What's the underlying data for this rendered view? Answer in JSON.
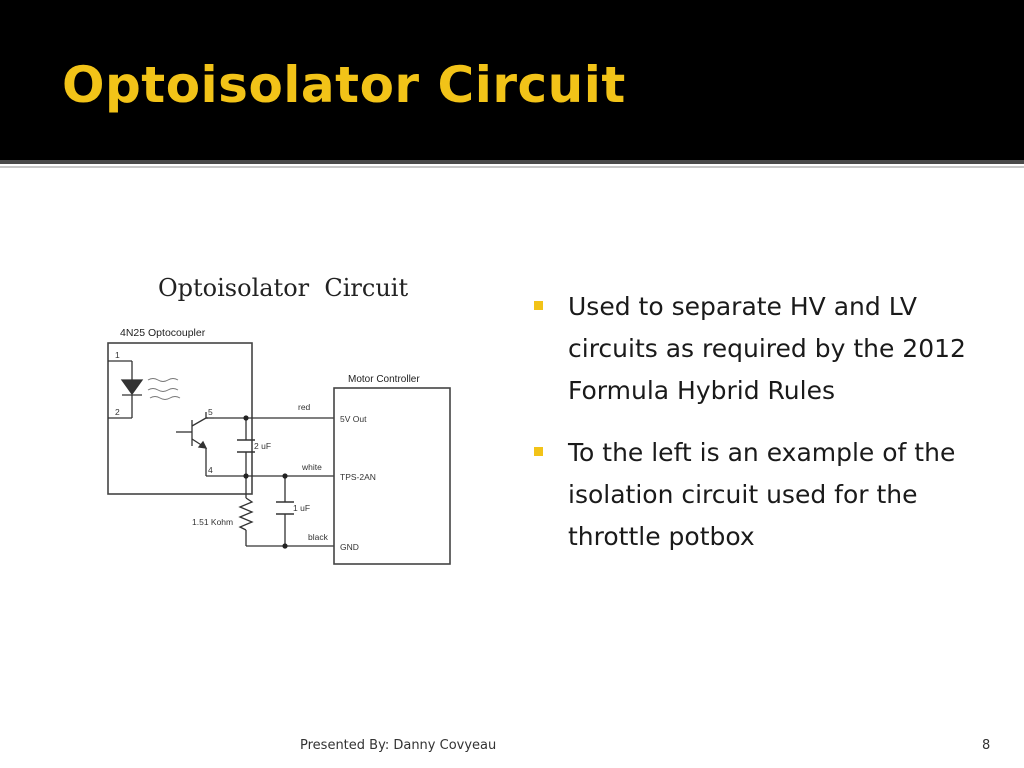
{
  "slide": {
    "title": "Optoisolator Circuit",
    "accent_color": "#f2c318",
    "header_background": "#000000"
  },
  "diagram": {
    "title": "Optoisolator  Circuit",
    "optocoupler_label": "4N25 Optocoupler",
    "pin_labels": [
      "1",
      "2",
      "5",
      "4"
    ],
    "capacitor1_label": "2 uF",
    "capacitor2_label": "1 uF",
    "resistor_label": "1.51 Kohm",
    "wire_labels": [
      "red",
      "white",
      "black"
    ],
    "controller_label": "Motor Controller",
    "controller_pins": [
      "5V Out",
      "TPS-2AN",
      "GND"
    ]
  },
  "bullets": [
    "Used to separate HV and LV circuits as required by the 2012 Formula Hybrid Rules",
    "To the left is an example of the isolation circuit used for the throttle potbox"
  ],
  "footer": {
    "presenter": "Presented By: Danny Covyeau",
    "page_number": "8"
  }
}
